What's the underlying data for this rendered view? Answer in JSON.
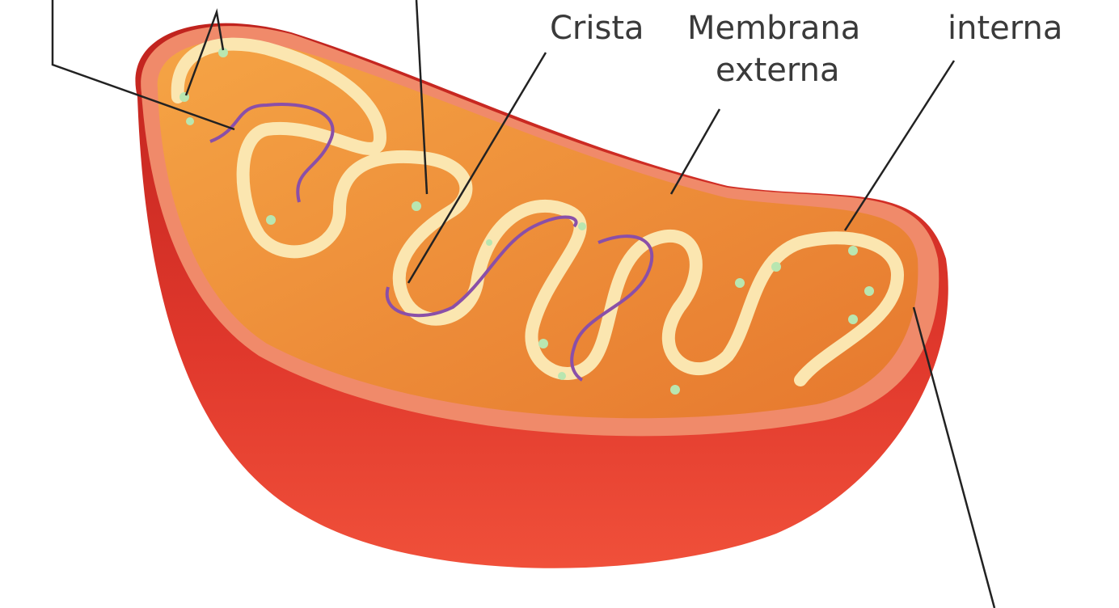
{
  "labels": {
    "crista": "Crista",
    "outer_membrane_line1": "Membrana",
    "outer_membrane_line2": "externa",
    "inner_membrane_line2": "interna"
  },
  "colors": {
    "outer": "#d8302a",
    "rim": "#f08a6a",
    "matrix": "#f29a3a",
    "crista_membrane": "#fbe6b0",
    "dna": "#8a4fa8",
    "ribosome": "#b9e6b0"
  }
}
